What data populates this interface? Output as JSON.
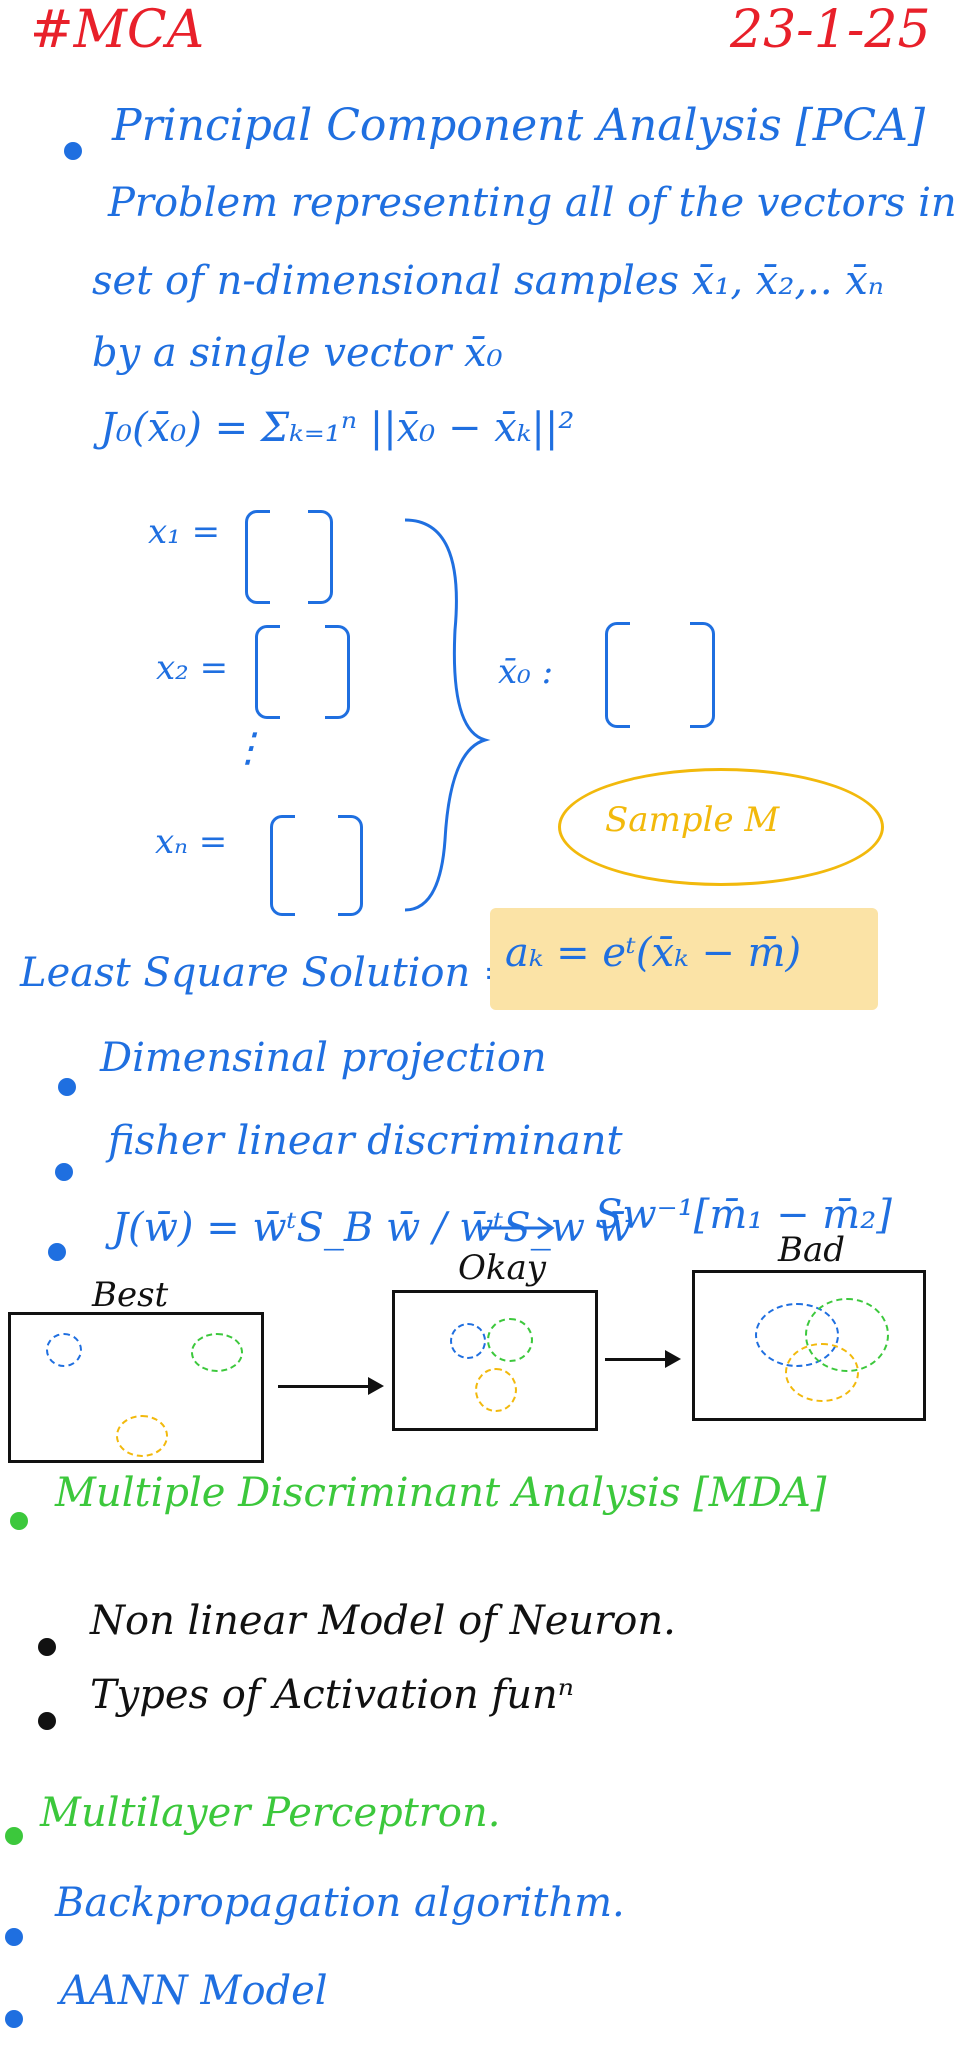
{
  "header": {
    "topic": "#MCA",
    "date": "23-1-25"
  },
  "pca": {
    "title": "Principal Component Analysis [PCA]",
    "problem_line1": "Problem representing all of the vectors in a",
    "problem_line2": "set of n-dimensional samples x̄₁, x̄₂,.. x̄ₙ",
    "problem_line3": "by a single vector x̄₀",
    "criterion": "J₀(x̄₀) = Σₖ₌₁ⁿ ||x̄₀ − x̄ₖ||²",
    "x1": "x₁ =",
    "x2": "x₂ =",
    "xn": "xₙ =",
    "x0": "x̄₀ :",
    "vdots": "⋮",
    "sample_mean": "Sample M"
  },
  "lss": {
    "label": "Least Square Solution =",
    "formula": "aₖ = eᵗ(x̄ₖ − m̄)"
  },
  "bullets_blue": [
    "Dimensinal projection",
    "fisher linear discriminant"
  ],
  "fisher": {
    "criterion": "J(w̄) = w̄ᵗS_B w̄ / w̄ᵗS_w w̄",
    "solution": "Sw⁻¹[m̄₁ − m̄₂]"
  },
  "panels": [
    {
      "label": "Best"
    },
    {
      "label": "Okay"
    },
    {
      "label": "Bad"
    }
  ],
  "mda": "Multiple Discriminant Analysis [MDA]",
  "bullets_black": [
    "Non linear Model of Neuron.",
    "Types of Activation funⁿ"
  ],
  "mlp": "Multilayer Perceptron.",
  "backprop": "Backpropagation algorithm.",
  "aann": "AANN Model",
  "colors": {
    "red": "#e8202a",
    "blue": "#1f6fe0",
    "green": "#3cc83c",
    "yellow": "#f2b90c",
    "highlight": "#fbe3a6"
  }
}
